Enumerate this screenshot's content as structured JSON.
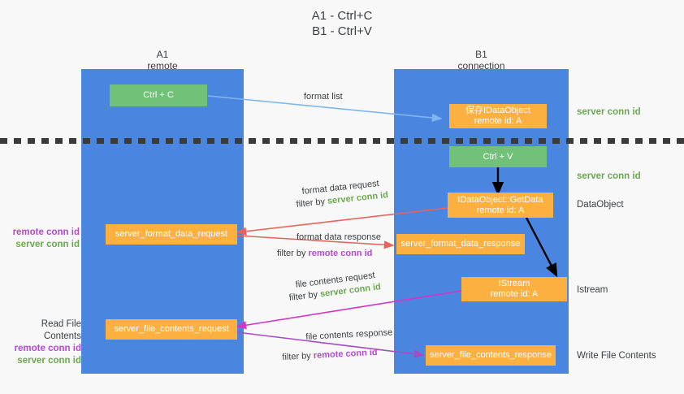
{
  "title": {
    "line1": "A1 - Ctrl+C",
    "line2": "B1 - Ctrl+V"
  },
  "columns": [
    {
      "name": "A1",
      "sub": "remote"
    },
    {
      "name": "B1",
      "sub": "connection"
    }
  ],
  "colors": {
    "lane": "#4a86e0",
    "green_box": "#72c178",
    "orange_box": "#fbb040",
    "green_text": "#6aa84f",
    "purple_text": "#b44ad0",
    "arrow_blue": "#7eb6ef",
    "arrow_red": "#e8635a",
    "arrow_magenta": "#d832c6",
    "arrow_purple": "#a64bc4",
    "arrow_black": "#000000",
    "dash": "#3b3b3b"
  },
  "nodes": {
    "ctrl_c": {
      "line1": "Ctrl + C",
      "line2": ""
    },
    "save_idataobject": {
      "line1": "保存IDataObject",
      "line2": "remote id: A"
    },
    "ctrl_v": {
      "line1": "Ctrl + V",
      "line2": ""
    },
    "getdata": {
      "line1": "IDataObject::GetData",
      "line2": "remote id: A"
    },
    "server_format_data_request": {
      "line1": "server_format_data_request",
      "line2": ""
    },
    "server_format_data_response": {
      "line1": "server_format_data_response",
      "line2": ""
    },
    "istream": {
      "line1": "IStream",
      "line2": "remote id: A"
    },
    "server_file_contents_request": {
      "line1": "server_file_contents_request",
      "line2": ""
    },
    "server_file_contents_response": {
      "line1": "server_file_contents_response",
      "line2": ""
    }
  },
  "right_labels": {
    "server_conn_id_top": "server conn id",
    "server_conn_id_mid": "server conn id",
    "dataobject": "DataObject",
    "istream": "Istream",
    "write_file_contents": "Write File Contents"
  },
  "left_labels": {
    "group1_remote": "remote conn id",
    "group1_server": "server conn id",
    "read_file_contents": "Read File Contents",
    "group2_remote": "remote conn id",
    "group2_server": "server conn id"
  },
  "edges": [
    {
      "id": "format-list",
      "label": "format list",
      "filter_prefix": "",
      "filter_value": "",
      "filter_color": ""
    },
    {
      "id": "format-data-request",
      "label": "format data request",
      "filter_prefix": "filter by ",
      "filter_value": "server conn id",
      "filter_color": "green"
    },
    {
      "id": "format-data-response",
      "label": "format data response",
      "filter_prefix": "filter by ",
      "filter_value": "remote conn id",
      "filter_color": "purple"
    },
    {
      "id": "file-contents-request",
      "label": "file contents request",
      "filter_prefix": "filter by ",
      "filter_value": "server conn id",
      "filter_color": "green"
    },
    {
      "id": "file-contents-response",
      "label": "file contents response",
      "filter_prefix": "filter by ",
      "filter_value": "remote conn id",
      "filter_color": "purple"
    }
  ]
}
